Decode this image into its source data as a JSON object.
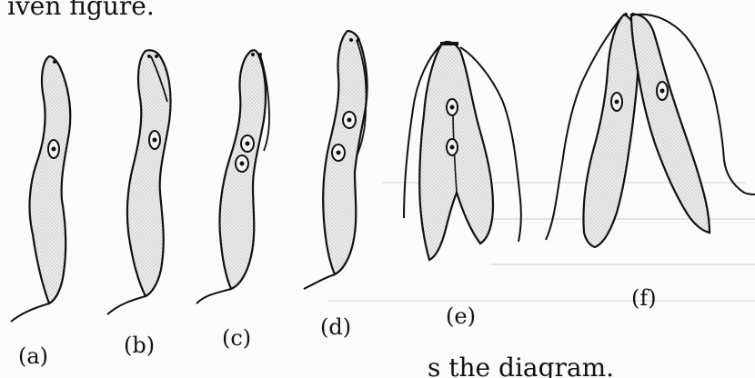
{
  "header": {
    "text": "iven figure."
  },
  "footer": {
    "text": "s the diagram."
  },
  "panels": [
    {
      "label": "(a)"
    },
    {
      "label": "(b)"
    },
    {
      "label": "(c)"
    },
    {
      "label": "(d)"
    },
    {
      "label": "(e)"
    },
    {
      "label": "(f)"
    }
  ],
  "colors": {
    "ink": "#111111",
    "cell_fill": "#e6e6e6",
    "background": "#fbfbfb"
  }
}
